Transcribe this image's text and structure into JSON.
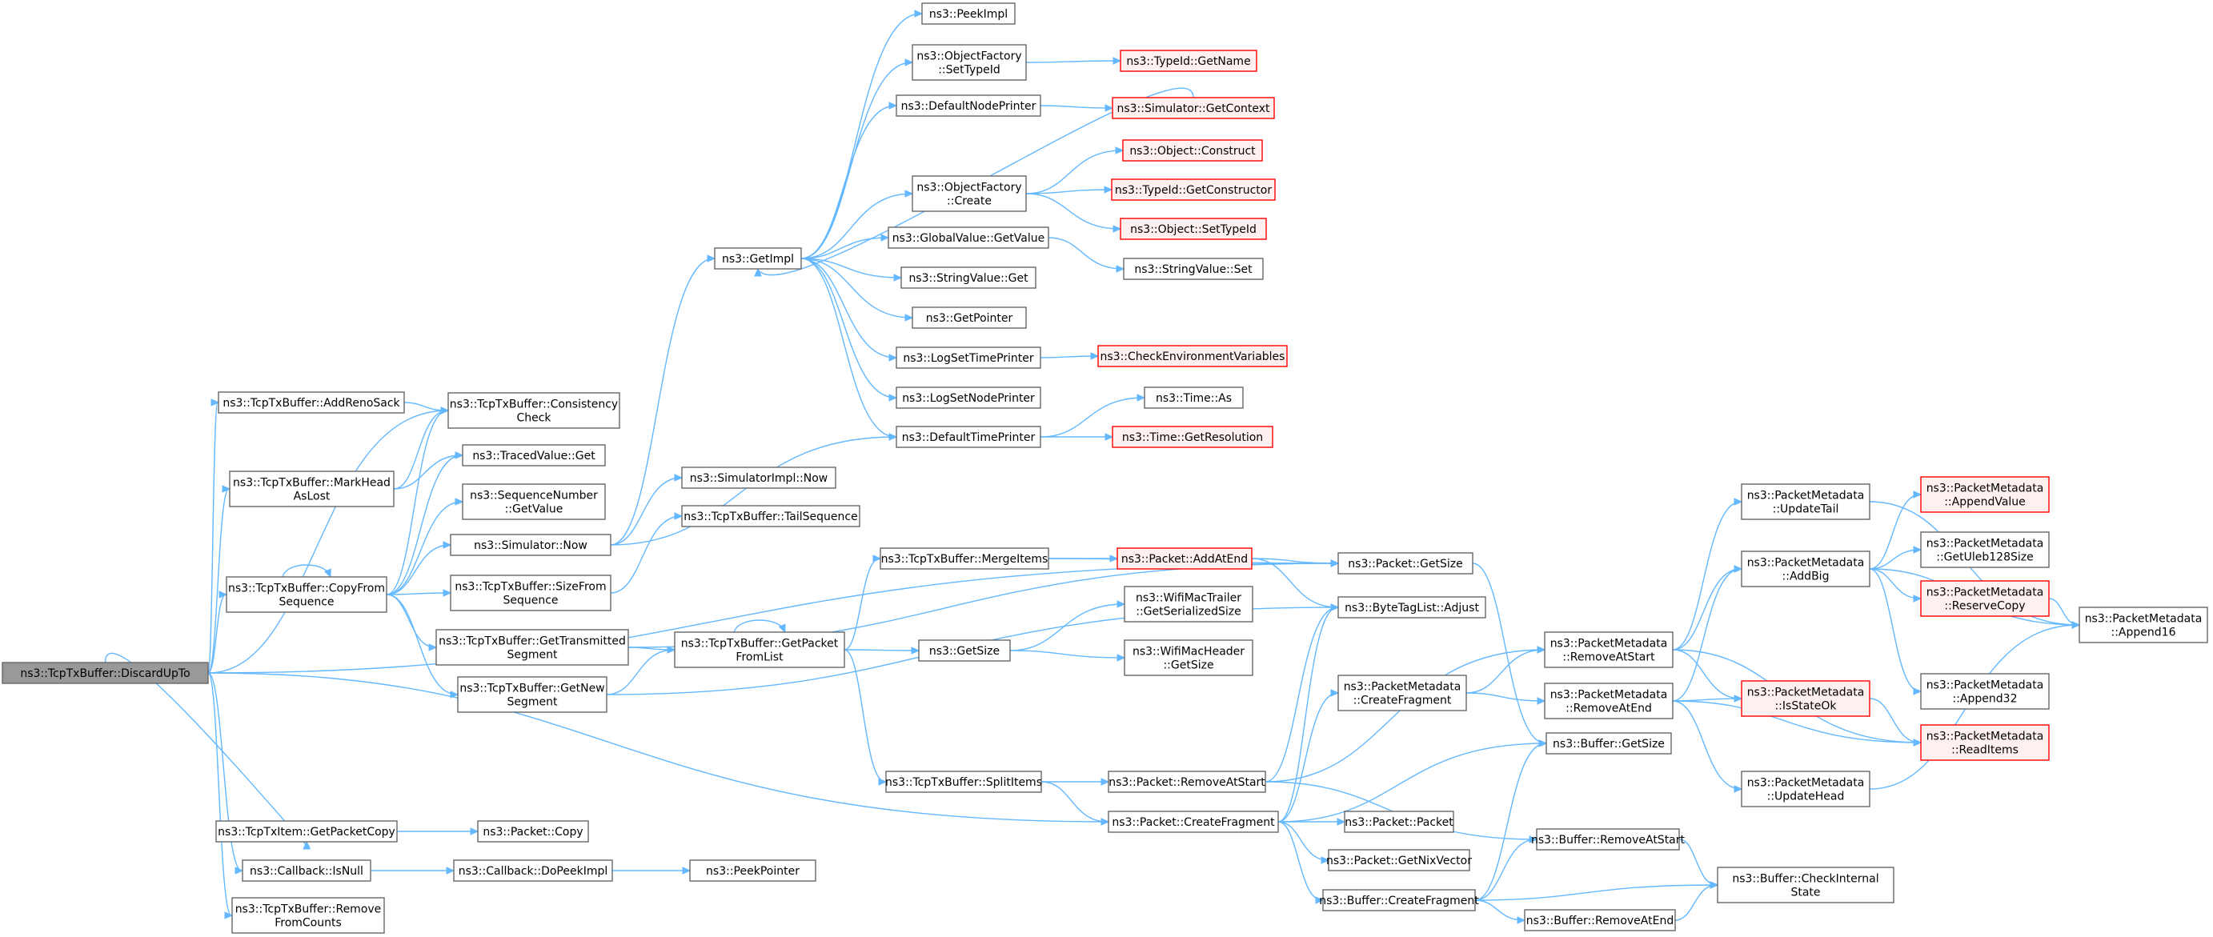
{
  "diagram": {
    "colors": {
      "edge": "#63b8ff",
      "node_border": "#666666",
      "node_fill": "#ffffff",
      "root_fill": "#999999",
      "external_border": "#ff0000",
      "external_fill": "#fff0f0"
    },
    "nodes": {
      "discard": {
        "lines": [
          "ns3::TcpTxBuffer::DiscardUpTo"
        ],
        "kind": "root"
      },
      "addrenosack": {
        "lines": [
          "ns3::TcpTxBuffer::AddRenoSack"
        ]
      },
      "markhead": {
        "lines": [
          "ns3::TcpTxBuffer::MarkHead",
          "AsLost"
        ]
      },
      "copyfrom": {
        "lines": [
          "ns3::TcpTxBuffer::CopyFrom",
          "Sequence"
        ]
      },
      "txitemcopy": {
        "lines": [
          "ns3::TcpTxItem::GetPacketCopy"
        ]
      },
      "cbisnull": {
        "lines": [
          "ns3::Callback::IsNull"
        ]
      },
      "removefromcounts": {
        "lines": [
          "ns3::TcpTxBuffer::Remove",
          "FromCounts"
        ]
      },
      "consistency": {
        "lines": [
          "ns3::TcpTxBuffer::Consistency",
          "Check"
        ]
      },
      "tracedget": {
        "lines": [
          "ns3::TracedValue::Get"
        ]
      },
      "seqgetvalue": {
        "lines": [
          "ns3::SequenceNumber",
          "::GetValue"
        ]
      },
      "simnow": {
        "lines": [
          "ns3::Simulator::Now"
        ]
      },
      "sizefromseq": {
        "lines": [
          "ns3::TcpTxBuffer::SizeFrom",
          "Sequence"
        ]
      },
      "gettransmitted": {
        "lines": [
          "ns3::TcpTxBuffer::GetTransmitted",
          "Segment"
        ]
      },
      "getnew": {
        "lines": [
          "ns3::TcpTxBuffer::GetNew",
          "Segment"
        ]
      },
      "pktcopy": {
        "lines": [
          "ns3::Packet::Copy"
        ]
      },
      "cbdopeek": {
        "lines": [
          "ns3::Callback::DoPeekImpl"
        ]
      },
      "peekpointer": {
        "lines": [
          "ns3::PeekPointer"
        ]
      },
      "simimplnow": {
        "lines": [
          "ns3::SimulatorImpl::Now"
        ]
      },
      "tailseq": {
        "lines": [
          "ns3::TcpTxBuffer::TailSequence"
        ]
      },
      "getimpl": {
        "lines": [
          "ns3::GetImpl"
        ]
      },
      "peekimpl": {
        "lines": [
          "ns3::PeekImpl"
        ]
      },
      "ofsettypeid": {
        "lines": [
          "ns3::ObjectFactory",
          "::SetTypeId"
        ]
      },
      "defnodeprinter": {
        "lines": [
          "ns3::DefaultNodePrinter"
        ]
      },
      "ofcreate": {
        "lines": [
          "ns3::ObjectFactory",
          "::Create"
        ]
      },
      "gvgetvalue": {
        "lines": [
          "ns3::GlobalValue::GetValue"
        ]
      },
      "strvalget": {
        "lines": [
          "ns3::StringValue::Get"
        ]
      },
      "getpointer": {
        "lines": [
          "ns3::GetPointer"
        ]
      },
      "logsettime": {
        "lines": [
          "ns3::LogSetTimePrinter"
        ]
      },
      "logsetnode": {
        "lines": [
          "ns3::LogSetNodePrinter"
        ]
      },
      "deftimeprinter": {
        "lines": [
          "ns3::DefaultTimePrinter"
        ]
      },
      "typeidgetname": {
        "lines": [
          "ns3::TypeId::GetName"
        ],
        "kind": "ext"
      },
      "simgetcontext": {
        "lines": [
          "ns3::Simulator::GetContext"
        ],
        "kind": "ext"
      },
      "objconstruct": {
        "lines": [
          "ns3::Object::Construct"
        ],
        "kind": "ext"
      },
      "typeidgetctor": {
        "lines": [
          "ns3::TypeId::GetConstructor"
        ],
        "kind": "ext"
      },
      "objsettypeid": {
        "lines": [
          "ns3::Object::SetTypeId"
        ],
        "kind": "ext"
      },
      "strvalset": {
        "lines": [
          "ns3::StringValue::Set"
        ]
      },
      "checkenv": {
        "lines": [
          "ns3::CheckEnvironmentVariables"
        ],
        "kind": "ext"
      },
      "timeas": {
        "lines": [
          "ns3::Time::As"
        ]
      },
      "timegetres": {
        "lines": [
          "ns3::Time::GetResolution"
        ],
        "kind": "ext"
      },
      "getpacketfromlist": {
        "lines": [
          "ns3::TcpTxBuffer::GetPacket",
          "FromList"
        ]
      },
      "mergeitems": {
        "lines": [
          "ns3::TcpTxBuffer::MergeItems"
        ]
      },
      "getsize": {
        "lines": [
          "ns3::GetSize"
        ]
      },
      "splititems": {
        "lines": [
          "ns3::TcpTxBuffer::SplitItems"
        ]
      },
      "pktaddatend": {
        "lines": [
          "ns3::Packet::AddAtEnd"
        ],
        "kind": "ext"
      },
      "wifitrailer": {
        "lines": [
          "ns3::WifiMacTrailer",
          "::GetSerializedSize"
        ]
      },
      "wifiheader": {
        "lines": [
          "ns3::WifiMacHeader",
          "::GetSize"
        ]
      },
      "pktremoveatstart": {
        "lines": [
          "ns3::Packet::RemoveAtStart"
        ]
      },
      "pktcreatefrag": {
        "lines": [
          "ns3::Packet::CreateFragment"
        ]
      },
      "pktgetsize": {
        "lines": [
          "ns3::Packet::GetSize"
        ]
      },
      "bytetagadjust": {
        "lines": [
          "ns3::ByteTagList::Adjust"
        ]
      },
      "pmcreatefrag": {
        "lines": [
          "ns3::PacketMetadata",
          "::CreateFragment"
        ]
      },
      "pktpacket": {
        "lines": [
          "ns3::Packet::Packet"
        ]
      },
      "pktnix": {
        "lines": [
          "ns3::Packet::GetNixVector"
        ]
      },
      "bufcreatefrag": {
        "lines": [
          "ns3::Buffer::CreateFragment"
        ]
      },
      "pmremoveatstart": {
        "lines": [
          "ns3::PacketMetadata",
          "::RemoveAtStart"
        ]
      },
      "pmremoveatend": {
        "lines": [
          "ns3::PacketMetadata",
          "::RemoveAtEnd"
        ]
      },
      "bufgetsize": {
        "lines": [
          "ns3::Buffer::GetSize"
        ]
      },
      "bufremoveatstart": {
        "lines": [
          "ns3::Buffer::RemoveAtStart"
        ]
      },
      "bufremoveatend": {
        "lines": [
          "ns3::Buffer::RemoveAtEnd"
        ]
      },
      "pmupdatetail": {
        "lines": [
          "ns3::PacketMetadata",
          "::UpdateTail"
        ]
      },
      "pmaddbig": {
        "lines": [
          "ns3::PacketMetadata",
          "::AddBig"
        ]
      },
      "pmisstateok": {
        "lines": [
          "ns3::PacketMetadata",
          "::IsStateOk"
        ],
        "kind": "ext"
      },
      "pmupdatehead": {
        "lines": [
          "ns3::PacketMetadata",
          "::UpdateHead"
        ]
      },
      "bufcheckinternal": {
        "lines": [
          "ns3::Buffer::CheckInternal",
          "State"
        ]
      },
      "pmappendvalue": {
        "lines": [
          "ns3::PacketMetadata",
          "::AppendValue"
        ],
        "kind": "ext"
      },
      "pmgetuleb": {
        "lines": [
          "ns3::PacketMetadata",
          "::GetUleb128Size"
        ]
      },
      "pmreservecopy": {
        "lines": [
          "ns3::PacketMetadata",
          "::ReserveCopy"
        ],
        "kind": "ext"
      },
      "pmappend32": {
        "lines": [
          "ns3::PacketMetadata",
          "::Append32"
        ]
      },
      "pmreaditems": {
        "lines": [
          "ns3::PacketMetadata",
          "::ReadItems"
        ],
        "kind": "ext"
      },
      "pmappend16": {
        "lines": [
          "ns3::PacketMetadata",
          "::Append16"
        ]
      }
    },
    "edges": [
      [
        "discard",
        "addrenosack"
      ],
      [
        "discard",
        "consistency"
      ],
      [
        "discard",
        "markhead"
      ],
      [
        "discard",
        "copyfrom"
      ],
      [
        "discard",
        "pktgetsize"
      ],
      [
        "discard",
        "pktcreatefrag"
      ],
      [
        "discard",
        "txitemcopy"
      ],
      [
        "discard",
        "cbisnull"
      ],
      [
        "discard",
        "removefromcounts"
      ],
      [
        "addrenosack",
        "consistency"
      ],
      [
        "markhead",
        "consistency"
      ],
      [
        "markhead",
        "tracedget"
      ],
      [
        "copyfrom",
        "copyfrom"
      ],
      [
        "copyfrom",
        "consistency"
      ],
      [
        "copyfrom",
        "tracedget"
      ],
      [
        "copyfrom",
        "seqgetvalue"
      ],
      [
        "copyfrom",
        "simnow"
      ],
      [
        "copyfrom",
        "sizefromseq"
      ],
      [
        "copyfrom",
        "gettransmitted"
      ],
      [
        "copyfrom",
        "getnew"
      ],
      [
        "txitemcopy",
        "pktcopy"
      ],
      [
        "cbisnull",
        "cbdopeek"
      ],
      [
        "cbdopeek",
        "peekpointer"
      ],
      [
        "simnow",
        "getimpl"
      ],
      [
        "simnow",
        "simimplnow"
      ],
      [
        "simnow",
        "deftimeprinter"
      ],
      [
        "sizefromseq",
        "tailseq"
      ],
      [
        "gettransmitted",
        "getpacketfromlist"
      ],
      [
        "gettransmitted",
        "pktgetsize"
      ],
      [
        "getnew",
        "getpacketfromlist"
      ],
      [
        "getnew",
        "bytetagadjust"
      ],
      [
        "getimpl",
        "peekimpl"
      ],
      [
        "getimpl",
        "ofsettypeid"
      ],
      [
        "getimpl",
        "defnodeprinter"
      ],
      [
        "getimpl",
        "ofcreate"
      ],
      [
        "getimpl",
        "gvgetvalue"
      ],
      [
        "getimpl",
        "strvalget"
      ],
      [
        "getimpl",
        "getpointer"
      ],
      [
        "getimpl",
        "logsettime"
      ],
      [
        "getimpl",
        "logsetnode"
      ],
      [
        "getimpl",
        "deftimeprinter"
      ],
      [
        "simgetcontext",
        "getimpl"
      ],
      [
        "ofsettypeid",
        "typeidgetname"
      ],
      [
        "defnodeprinter",
        "simgetcontext"
      ],
      [
        "ofcreate",
        "objconstruct"
      ],
      [
        "ofcreate",
        "typeidgetctor"
      ],
      [
        "ofcreate",
        "objsettypeid"
      ],
      [
        "gvgetvalue",
        "strvalset"
      ],
      [
        "logsettime",
        "checkenv"
      ],
      [
        "deftimeprinter",
        "timeas"
      ],
      [
        "deftimeprinter",
        "timegetres"
      ],
      [
        "getpacketfromlist",
        "getpacketfromlist"
      ],
      [
        "getpacketfromlist",
        "mergeitems"
      ],
      [
        "getpacketfromlist",
        "getsize"
      ],
      [
        "getpacketfromlist",
        "splititems"
      ],
      [
        "mergeitems",
        "pktaddatend"
      ],
      [
        "mergeitems",
        "pktgetsize"
      ],
      [
        "pktaddatend",
        "pktgetsize"
      ],
      [
        "pktaddatend",
        "bytetagadjust"
      ],
      [
        "getsize",
        "wifitrailer"
      ],
      [
        "getsize",
        "wifiheader"
      ],
      [
        "splititems",
        "pktremoveatstart"
      ],
      [
        "splititems",
        "pktcreatefrag"
      ],
      [
        "pktremoveatstart",
        "bytetagadjust"
      ],
      [
        "pktremoveatstart",
        "pmremoveatstart"
      ],
      [
        "pktremoveatstart",
        "bufremoveatstart"
      ],
      [
        "pktcreatefrag",
        "pktpacket"
      ],
      [
        "pktcreatefrag",
        "pktnix"
      ],
      [
        "pktcreatefrag",
        "bufcreatefrag"
      ],
      [
        "pktcreatefrag",
        "pmcreatefrag"
      ],
      [
        "pktcreatefrag",
        "bytetagadjust"
      ],
      [
        "pktcreatefrag",
        "bufgetsize"
      ],
      [
        "pktgetsize",
        "bufgetsize"
      ],
      [
        "pmcreatefrag",
        "pmremoveatstart"
      ],
      [
        "pmcreatefrag",
        "pmremoveatend"
      ],
      [
        "bufcreatefrag",
        "bufremoveatstart"
      ],
      [
        "bufcreatefrag",
        "bufremoveatend"
      ],
      [
        "bufcreatefrag",
        "bufcheckinternal"
      ],
      [
        "bufcreatefrag",
        "bufgetsize"
      ],
      [
        "bufremoveatstart",
        "bufcheckinternal"
      ],
      [
        "bufremoveatend",
        "bufcheckinternal"
      ],
      [
        "pmremoveatstart",
        "pmupdatetail"
      ],
      [
        "pmremoveatstart",
        "pmaddbig"
      ],
      [
        "pmremoveatstart",
        "pmisstateok"
      ],
      [
        "pmremoveatstart",
        "pmreaditems"
      ],
      [
        "pmremoveatend",
        "pmaddbig"
      ],
      [
        "pmremoveatend",
        "pmisstateok"
      ],
      [
        "pmremoveatend",
        "pmupdatehead"
      ],
      [
        "pmremoveatend",
        "pmreaditems"
      ],
      [
        "pmupdatetail",
        "pmappend16"
      ],
      [
        "pmaddbig",
        "pmappendvalue"
      ],
      [
        "pmaddbig",
        "pmgetuleb"
      ],
      [
        "pmaddbig",
        "pmreservecopy"
      ],
      [
        "pmaddbig",
        "pmappend32"
      ],
      [
        "pmaddbig",
        "pmappend16"
      ],
      [
        "pmisstateok",
        "pmreaditems"
      ],
      [
        "pmupdatehead",
        "pmappend16"
      ],
      [
        "pmreservecopy",
        "pmappend16"
      ]
    ]
  }
}
